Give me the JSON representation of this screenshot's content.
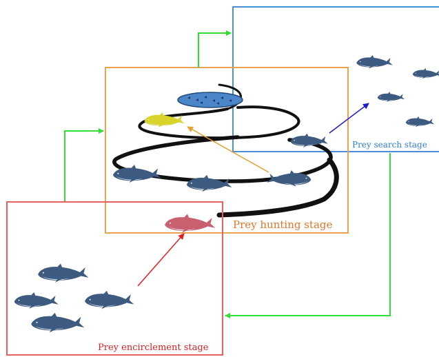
{
  "stages": {
    "search": {
      "label": "Prey search stage",
      "color": "#2f7fcf"
    },
    "hunting": {
      "label": "Prey hunting stage",
      "color": "#e0762a"
    },
    "encirclement": {
      "label": "Prey encirclement stage",
      "color": "#d81f1f"
    }
  },
  "colors": {
    "search_box": "#4a90d9",
    "hunting_box": "#e8a350",
    "encirclement_box": "#e86060",
    "flow_arrow": "#33dd33",
    "whale_body": "#3d5a80",
    "whale_belly": "#dfe6ee",
    "target_whale": "#d8d42a",
    "hunter_whale": "#c96070",
    "spiral": "#111111",
    "fish_school": "#4a86c8"
  },
  "icons": {
    "whale": "humpback-whale-icon",
    "fish_school": "fish-school-icon",
    "spiral": "bubble-net-spiral"
  }
}
